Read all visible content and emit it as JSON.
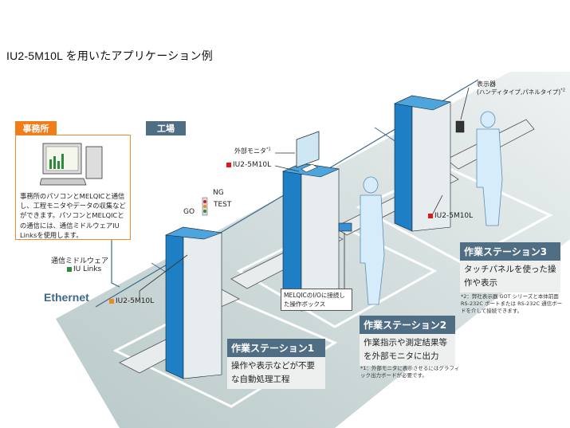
{
  "title": "IU2-5M10L を用いたアプリケーション例",
  "office": {
    "tag": "事務所",
    "icon": "desktop-computer-icon",
    "description": "事務所のパソコンとMELQICと通信し、工程モニタやデータの収集などができます。パソコンとMELQICとの通信には、通信ミドルウェアIU Linksを使用します。"
  },
  "factory": {
    "tag": "工場"
  },
  "network": {
    "ethernet_label": "Ethernet",
    "middleware_label": "通信ミドルウェア",
    "middleware_name": "IU Links"
  },
  "device_labels": {
    "iu_station1": "IU2-5M10L",
    "iu_station2": "IU2-5M10L",
    "iu_station3": "IU2-5M10L",
    "external_monitor": "外部モニタ",
    "external_monitor_note": "*1",
    "display_unit": "表示器",
    "display_unit_types": "(ハンディタイプ,パネルタイプ)",
    "display_unit_note": "*2",
    "signal_ng": "NG",
    "signal_test": "TEST",
    "signal_go": "GO",
    "operation_box": "MELQICのI/Oに接続した操作ボックス"
  },
  "stations": [
    {
      "name": "作業ステーション1",
      "description": "操作や表示などが不要な自動処理工程"
    },
    {
      "name": "作業ステーション2",
      "description": "作業指示や測定結果等を外部モニタに出力",
      "note": "*1：外部モニタに表示させるにはグラフィック出力ボードが必要です。"
    },
    {
      "name": "作業ステーション3",
      "description": "タッチパネルを使った操作や表示",
      "note": "*2：弊社表示器 GOT シリーズと本体前面 RS-232C ポートまたは RS-232C 通信ボードを介して接続できます。"
    }
  ],
  "colors": {
    "office_accent": "#f07d19",
    "factory_accent": "#4f6e84",
    "cabinet_blue": "#1e7fc4",
    "marker_green": "#2e8b3c",
    "marker_orange": "#f08a1c",
    "marker_red": "#e01818"
  }
}
